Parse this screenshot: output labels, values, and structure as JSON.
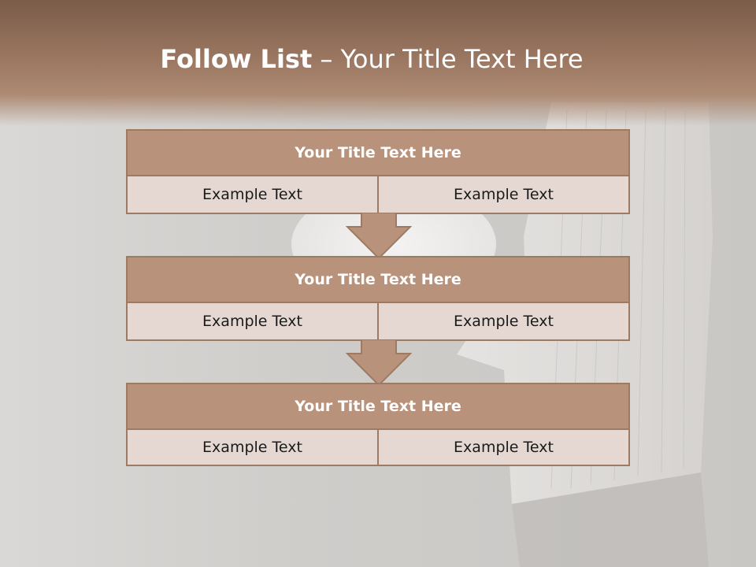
{
  "slide": {
    "title_bold": "Follow List",
    "title_rest": " – Your Title Text Here"
  },
  "steps": [
    {
      "title": "Your Title Text Here",
      "left": "Example Text",
      "right": "Example Text"
    },
    {
      "title": "Your Title Text Here",
      "left": "Example Text",
      "right": "Example Text"
    },
    {
      "title": "Your Title Text Here",
      "left": "Example Text",
      "right": "Example Text"
    }
  ],
  "colors": {
    "header": "#9a7660",
    "block_title": "#b8927b",
    "block_cell": "#e5d8d3",
    "border": "#9c7a64",
    "arrow": "#b8927b"
  }
}
